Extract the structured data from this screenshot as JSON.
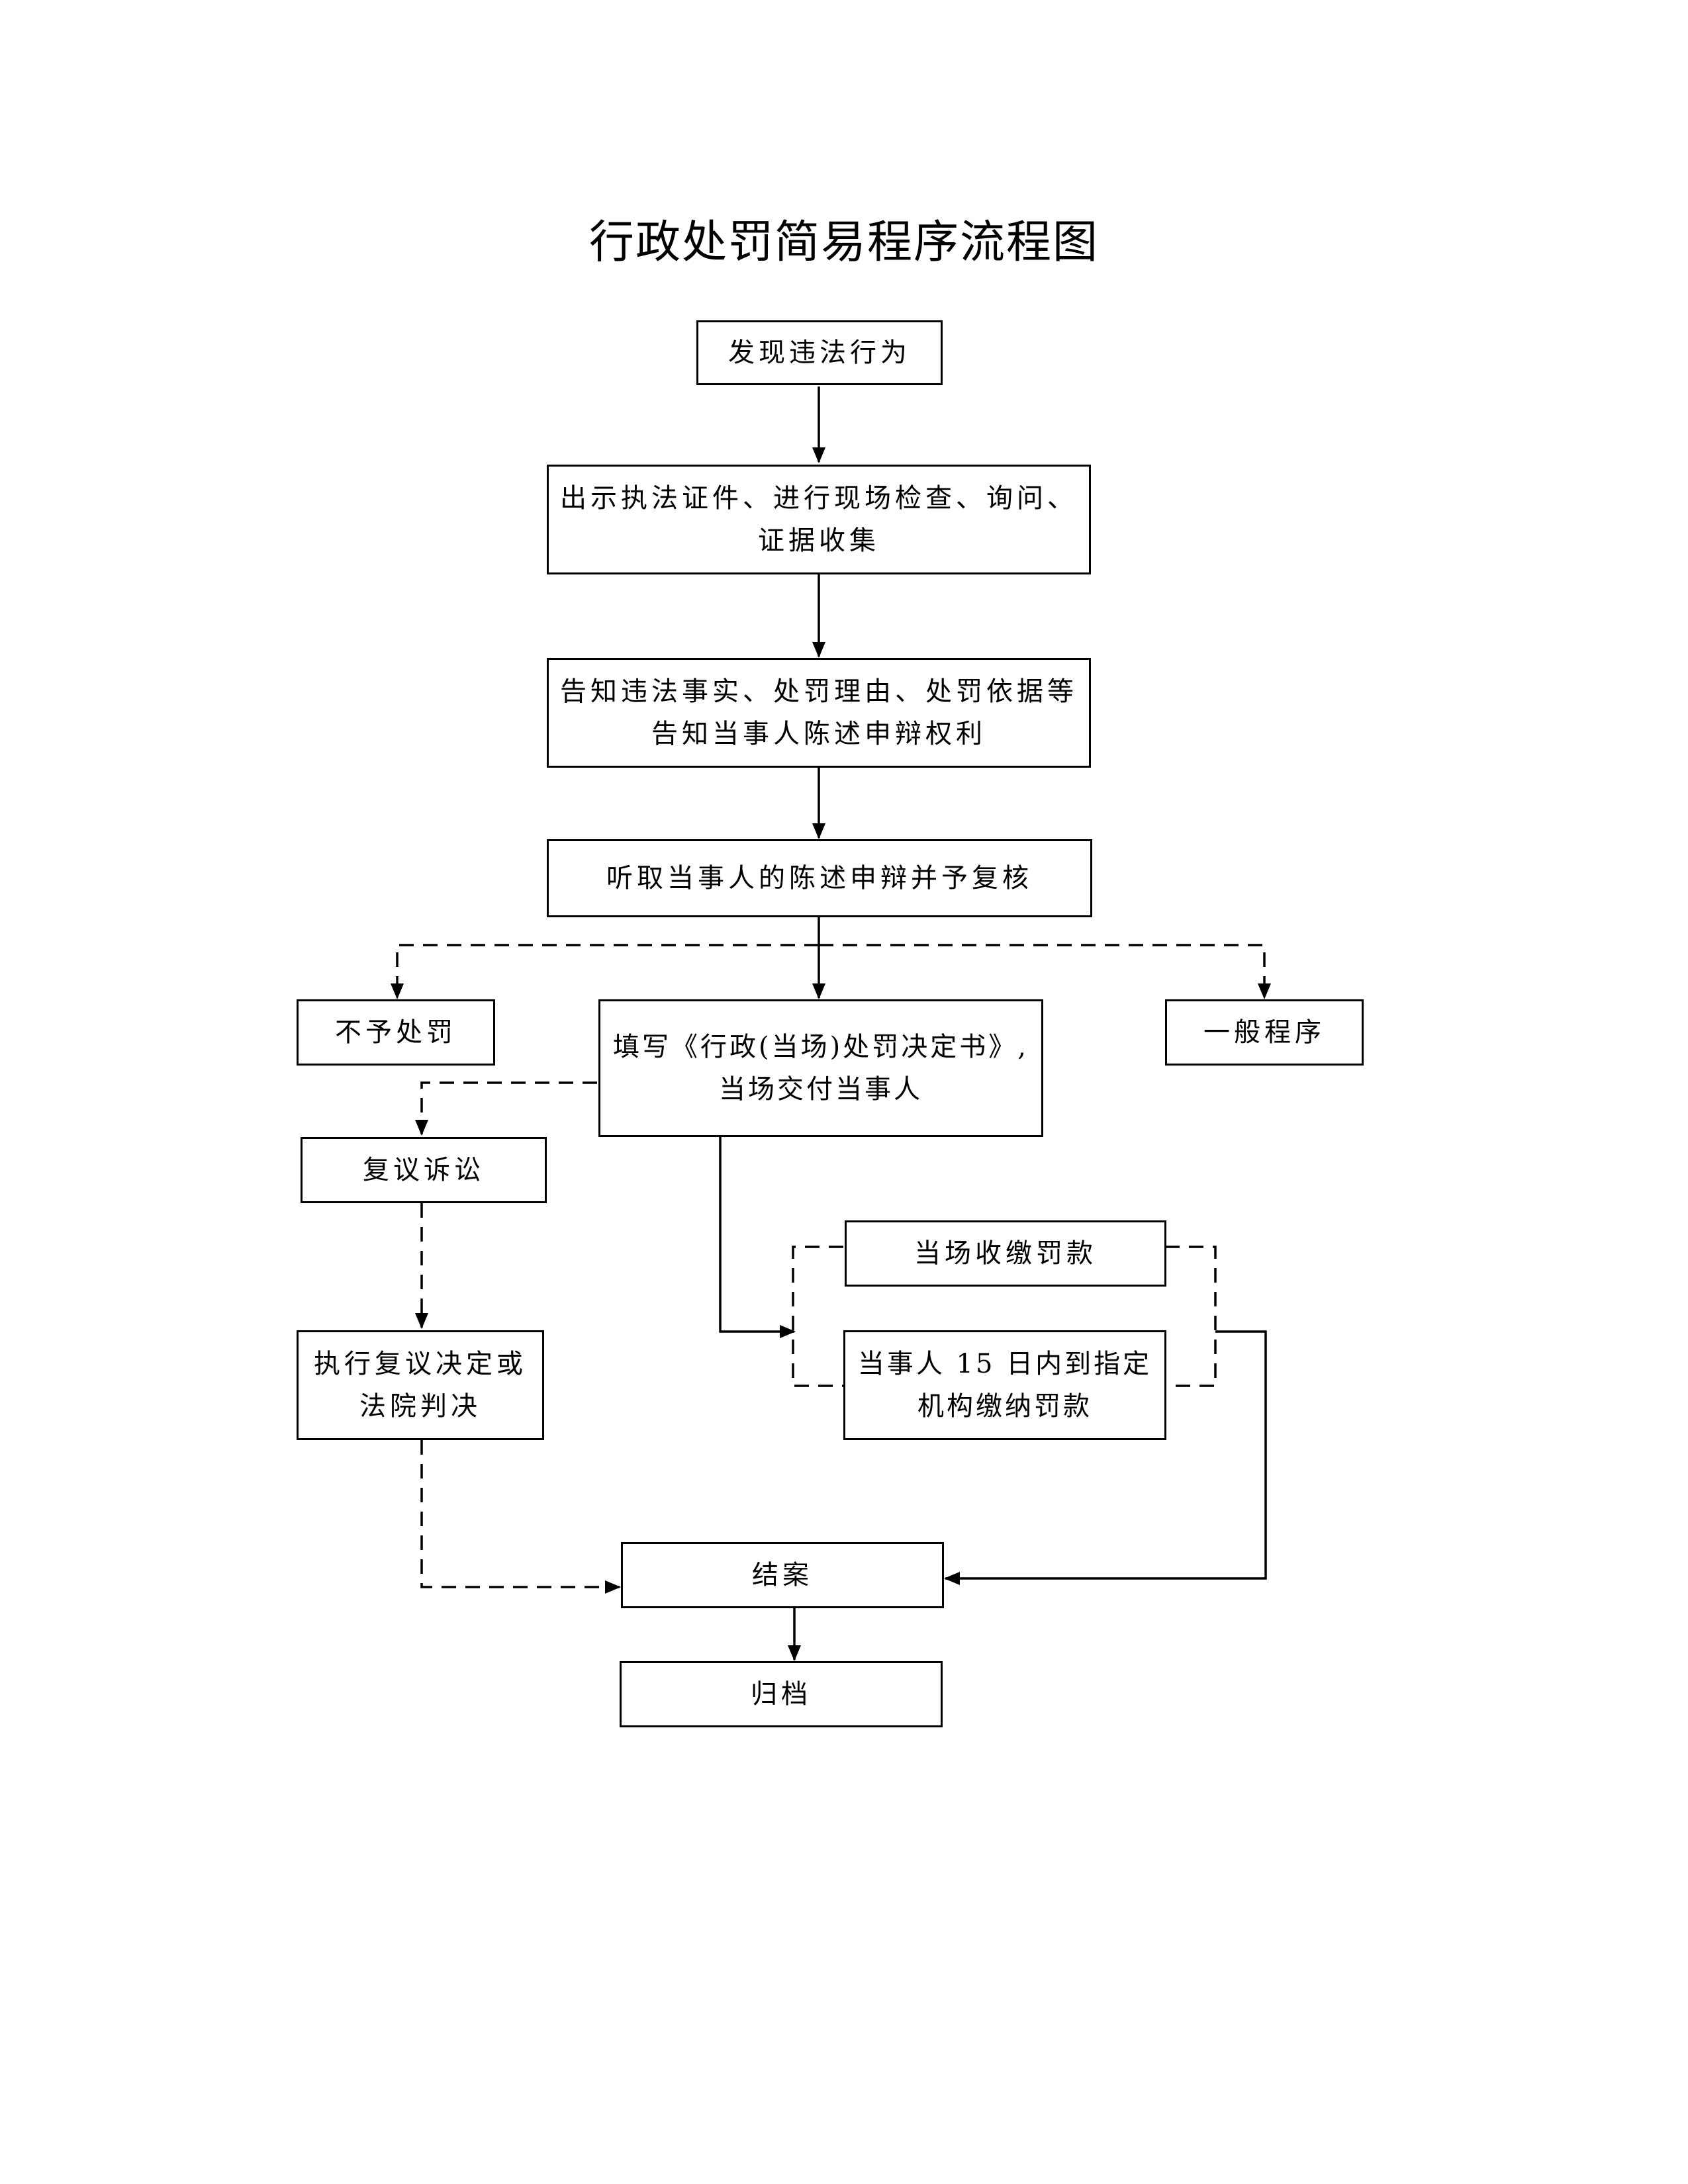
{
  "title": "行政处罚简易程序流程图",
  "nodes": {
    "discover": "发现违法行为",
    "show_credentials": "出示执法证件、进行现场检查、询问、\n证据收集",
    "inform": "告知违法事实、处罚理由、处罚依据等\n告知当事人陈述申辩权利",
    "hear": "听取当事人的陈述申辩并予复核",
    "no_penalty": "不予处罚",
    "fill_decision": "填写《行政(当场)处罚决定书》,\n当场交付当事人",
    "general_procedure": "一般程序",
    "review_litigation": "复议诉讼",
    "execute_review": "执行复议决定或\n法院判决",
    "collect_fine_onsite": "当场收缴罚款",
    "pay_fine_15days": "当事人 15 日内到指定\n机构缴纳罚款",
    "close_case": "结案",
    "archive": "归档"
  },
  "colors": {
    "stroke": "#000000",
    "background": "#ffffff"
  }
}
